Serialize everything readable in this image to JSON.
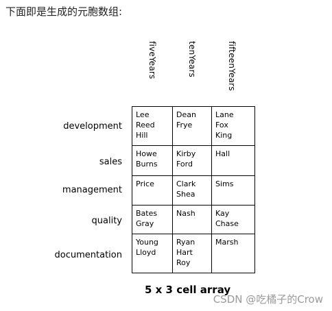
{
  "intro_text": "下面即是生成的元胞数组:",
  "column_headers": [
    "fiveYears",
    "tenYears",
    "fifteenYears"
  ],
  "row_labels": [
    "development",
    "sales",
    "management",
    "quality",
    "documentation"
  ],
  "cells": [
    [
      "Lee\nReed\nHill",
      "Dean\nFrye",
      "Lane\nFox\nKing"
    ],
    [
      "Howe\nBurns",
      "Kirby\nFord",
      "Hall"
    ],
    [
      "Price",
      "Clark\nShea",
      "Sims"
    ],
    [
      "Bates\nGray",
      "Nash",
      "Kay\nChase"
    ],
    [
      "Young\nLloyd",
      "Ryan\nHart\nRoy",
      "Marsh"
    ]
  ],
  "caption": "5 x 3 cell array",
  "watermark": "CSDN @吃橘子的Crow"
}
